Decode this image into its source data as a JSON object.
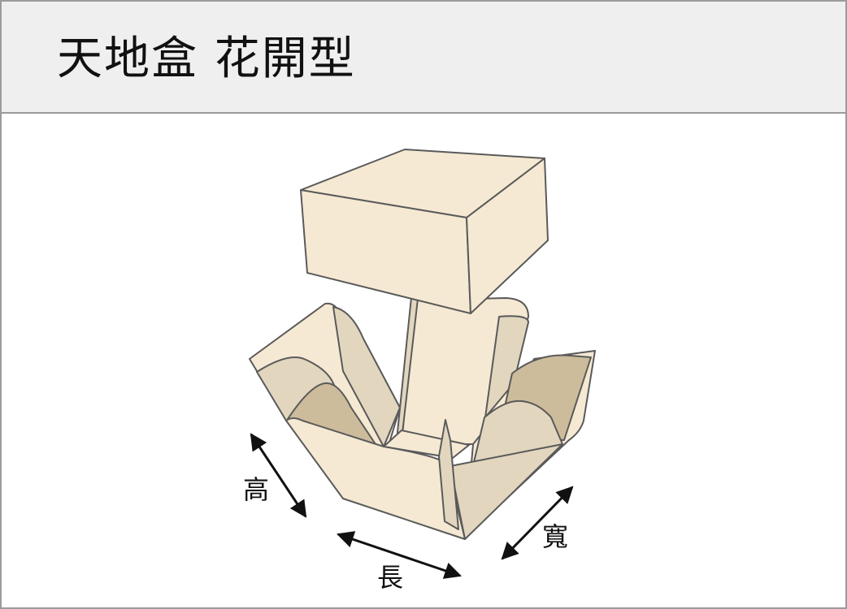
{
  "title": "天地盒 花開型",
  "labels": {
    "height": "高",
    "length": "長",
    "width": "寬"
  },
  "colors": {
    "header_bg": "#efefef",
    "border": "#9b9b9b",
    "panel_light": "#f6e9d3",
    "panel_mid": "#e2d6bf",
    "panel_dark": "#cdbc9b",
    "outline": "#5a5a5a"
  }
}
